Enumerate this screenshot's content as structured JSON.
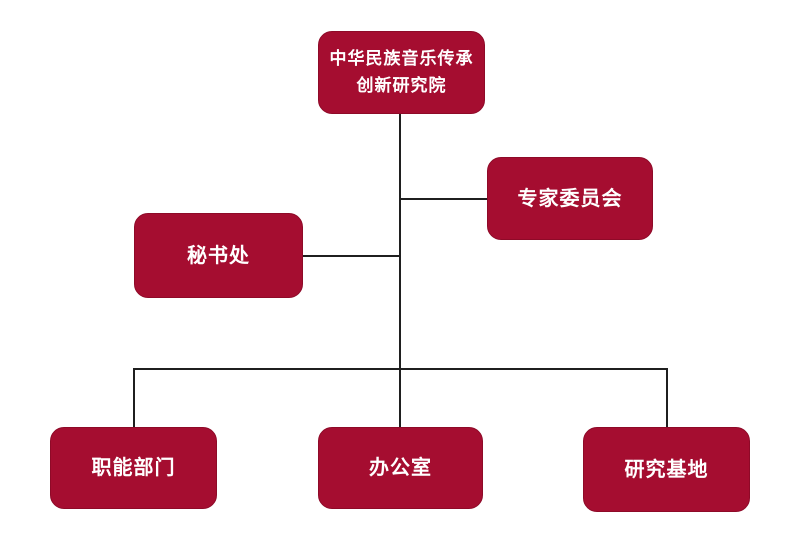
{
  "diagram": {
    "type": "org-chart",
    "nodes": [
      {
        "id": "root",
        "label": "中华民族音乐传承创新研究院",
        "label_line1": "中华民族音乐传承",
        "label_line2": "创新研究院"
      },
      {
        "id": "expert-committee",
        "label": "专家委员会"
      },
      {
        "id": "secretariat",
        "label": "秘书处"
      },
      {
        "id": "functional-departments",
        "label": "职能部门"
      },
      {
        "id": "office",
        "label": "办公室"
      },
      {
        "id": "research-base",
        "label": "研究基地"
      }
    ],
    "edges": [
      {
        "from": "root",
        "to": "expert-committee"
      },
      {
        "from": "root",
        "to": "secretariat"
      },
      {
        "from": "root",
        "to": "functional-departments"
      },
      {
        "from": "root",
        "to": "office"
      },
      {
        "from": "root",
        "to": "research-base"
      }
    ],
    "colors": {
      "node_fill": "#A50D30",
      "node_border": "#8E0A28",
      "node_text": "#FFFFFF",
      "connector": "#1F1F1F",
      "background": "#FFFFFF"
    }
  }
}
